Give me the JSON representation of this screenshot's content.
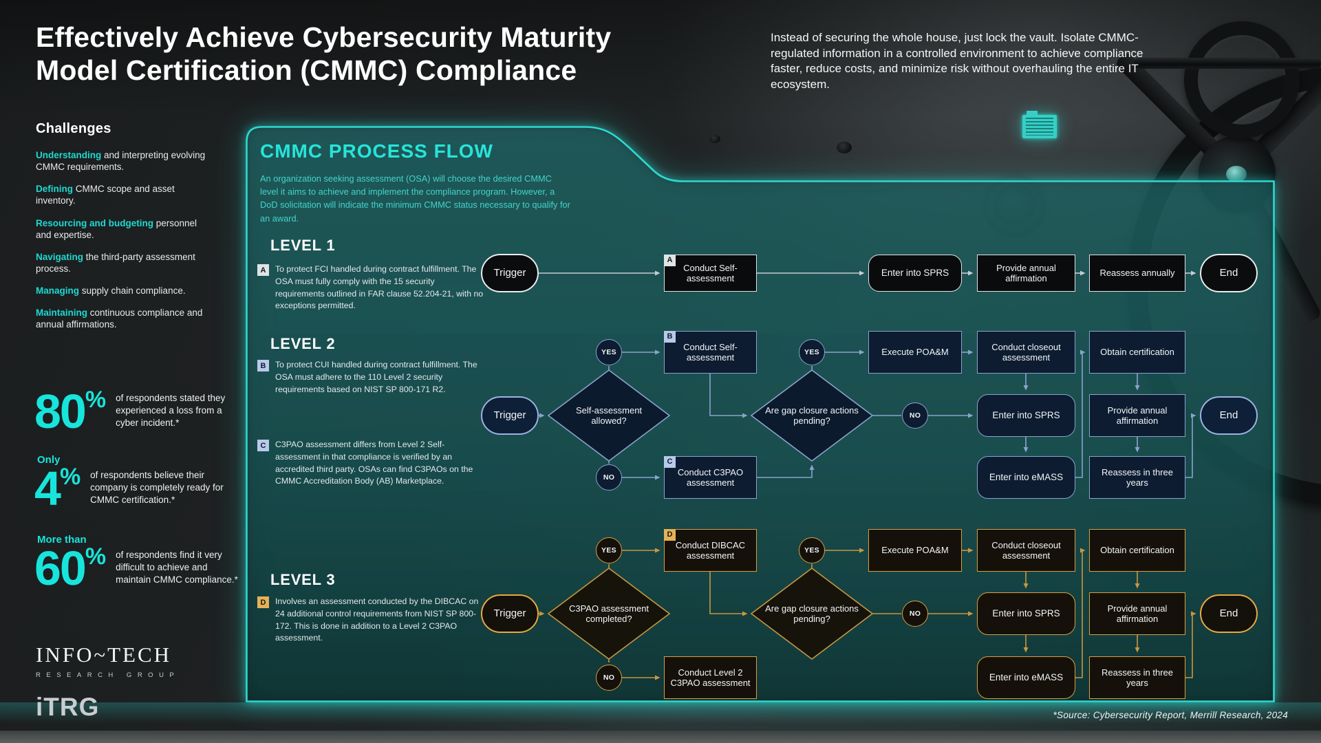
{
  "header": {
    "title_line1": "Effectively Achieve Cybersecurity Maturity",
    "title_line2": "Model Certification (CMMC) Compliance",
    "intro": "Instead of securing the whole house, just lock the vault. Isolate CMMC-regulated information in a controlled environment to achieve compliance faster, reduce costs, and minimize risk without overhauling the entire IT ecosystem."
  },
  "sidebar": {
    "challenges_title": "Challenges",
    "challenges": [
      {
        "keyword": "Understanding",
        "rest": " and interpreting evolving CMMC requirements."
      },
      {
        "keyword": "Defining",
        "rest": " CMMC scope and asset inventory."
      },
      {
        "keyword": "Resourcing and budgeting",
        "rest": " personnel and expertise."
      },
      {
        "keyword": "Navigating",
        "rest": " the third-party assessment process."
      },
      {
        "keyword": "Managing",
        "rest": " supply chain compliance."
      },
      {
        "keyword": "Maintaining",
        "rest": " continuous compliance and annual affirmations."
      }
    ],
    "stats": [
      {
        "prefix": "",
        "value": "80",
        "unit": "%",
        "text": "of respondents stated they experienced a loss from a cyber incident.*"
      },
      {
        "prefix": "Only",
        "value": "4",
        "unit": "%",
        "text": "of respondents believe their company is completely ready for CMMC certification.*"
      },
      {
        "prefix": "More than",
        "value": "60",
        "unit": "%",
        "text": "of respondents find it very difficult to achieve and maintain CMMC compliance.*"
      }
    ],
    "logo": {
      "name": "INFO~TECH",
      "subtitle": "RESEARCH GROUP",
      "mark": "iTRG"
    }
  },
  "flow": {
    "title": "CMMC PROCESS FLOW",
    "description": "An organization seeking assessment (OSA) will choose the desired CMMC level it aims to achieve and implement the compliance program. However, a DoD solicitation will indicate the minimum CMMC status necessary to qualify for an award.",
    "source": "*Source: Cybersecurity Report, Merrill Research, 2024",
    "shared": {
      "trigger": "Trigger",
      "end": "End",
      "yes": "YES",
      "no": "NO",
      "execute_poam": "Execute POA&M",
      "closeout": "Conduct closeout assessment",
      "enter_sprs": "Enter into SPRS",
      "enter_emass": "Enter into eMASS",
      "obtain_cert": "Obtain certification",
      "annual_affirmation": "Provide annual affirmation",
      "reassess_three_years": "Reassess in three years",
      "gap_closure": "Are gap closure actions pending?"
    },
    "level1": {
      "name": "LEVEL 1",
      "tag": "A",
      "note": "To protect FCI handled during contract fulfillment. The OSA must fully comply with the 15 security requirements outlined in FAR clause 52.204-21, with no exceptions permitted.",
      "conduct_self": "Conduct Self-assessment",
      "reassess_annually": "Reassess annually"
    },
    "level2": {
      "name": "LEVEL 2",
      "tagB": "B",
      "noteB": "To protect CUI handled during contract fulfillment. The OSA must adhere to the 110 Level 2 security requirements based on NIST SP 800-171 R2.",
      "tagC": "C",
      "noteC": "C3PAO assessment differs from Level 2 Self-assessment in that compliance is verified by an accredited third party. OSAs can find C3PAOs on the CMMC Accreditation Body (AB) Marketplace.",
      "self_allowed": "Self-assessment allowed?",
      "conduct_self": "Conduct Self-assessment",
      "conduct_c3pao": "Conduct C3PAO assessment"
    },
    "level3": {
      "name": "LEVEL 3",
      "tagD": "D",
      "noteD": "Involves an assessment conducted by the DIBCAC on 24 additional control requirements from NIST SP 800-172. This is done in addition to a Level 2 C3PAO assessment.",
      "c3pao_completed": "C3PAO assessment completed?",
      "conduct_dibcac": "Conduct DIBCAC assessment",
      "conduct_l2_c3pao": "Conduct Level 2 C3PAO assessment"
    }
  },
  "colors": {
    "accent_cyan": "#17e5dc",
    "panel_border_teal": "#2cd9d0",
    "level1_border": "#dfe4e7",
    "level2_border": "#8ba2ce",
    "level3_border": "#d99f43"
  }
}
